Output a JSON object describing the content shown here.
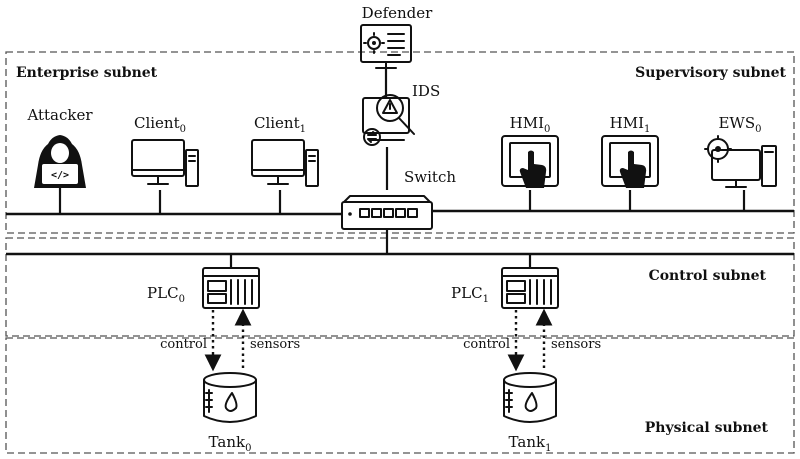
{
  "subnets": {
    "enterprise": "Enterprise subnet",
    "supervisory": "Supervisory subnet",
    "control": "Control subnet",
    "physical": "Physical subnet"
  },
  "nodes": {
    "defender": "Defender",
    "ids": "IDS",
    "switch": "Switch",
    "attacker": "Attacker",
    "client0": {
      "base": "Client",
      "sub": "0"
    },
    "client1": {
      "base": "Client",
      "sub": "1"
    },
    "hmi0": {
      "base": "HMI",
      "sub": "0"
    },
    "hmi1": {
      "base": "HMI",
      "sub": "1"
    },
    "ews0": {
      "base": "EWS",
      "sub": "0"
    },
    "plc0": {
      "base": "PLC",
      "sub": "0"
    },
    "plc1": {
      "base": "PLC",
      "sub": "1"
    },
    "tank0": {
      "base": "Tank",
      "sub": "0"
    },
    "tank1": {
      "base": "Tank",
      "sub": "1"
    }
  },
  "links": {
    "control": "control",
    "sensors": "sensors"
  },
  "icons": [
    "defender-gear-icon",
    "ids-magnifier-icon",
    "attacker-hacker-icon",
    "monitor-icon",
    "touchscreen-icon",
    "ews-workstation-icon",
    "switch-icon",
    "plc-icon",
    "tank-icon"
  ]
}
